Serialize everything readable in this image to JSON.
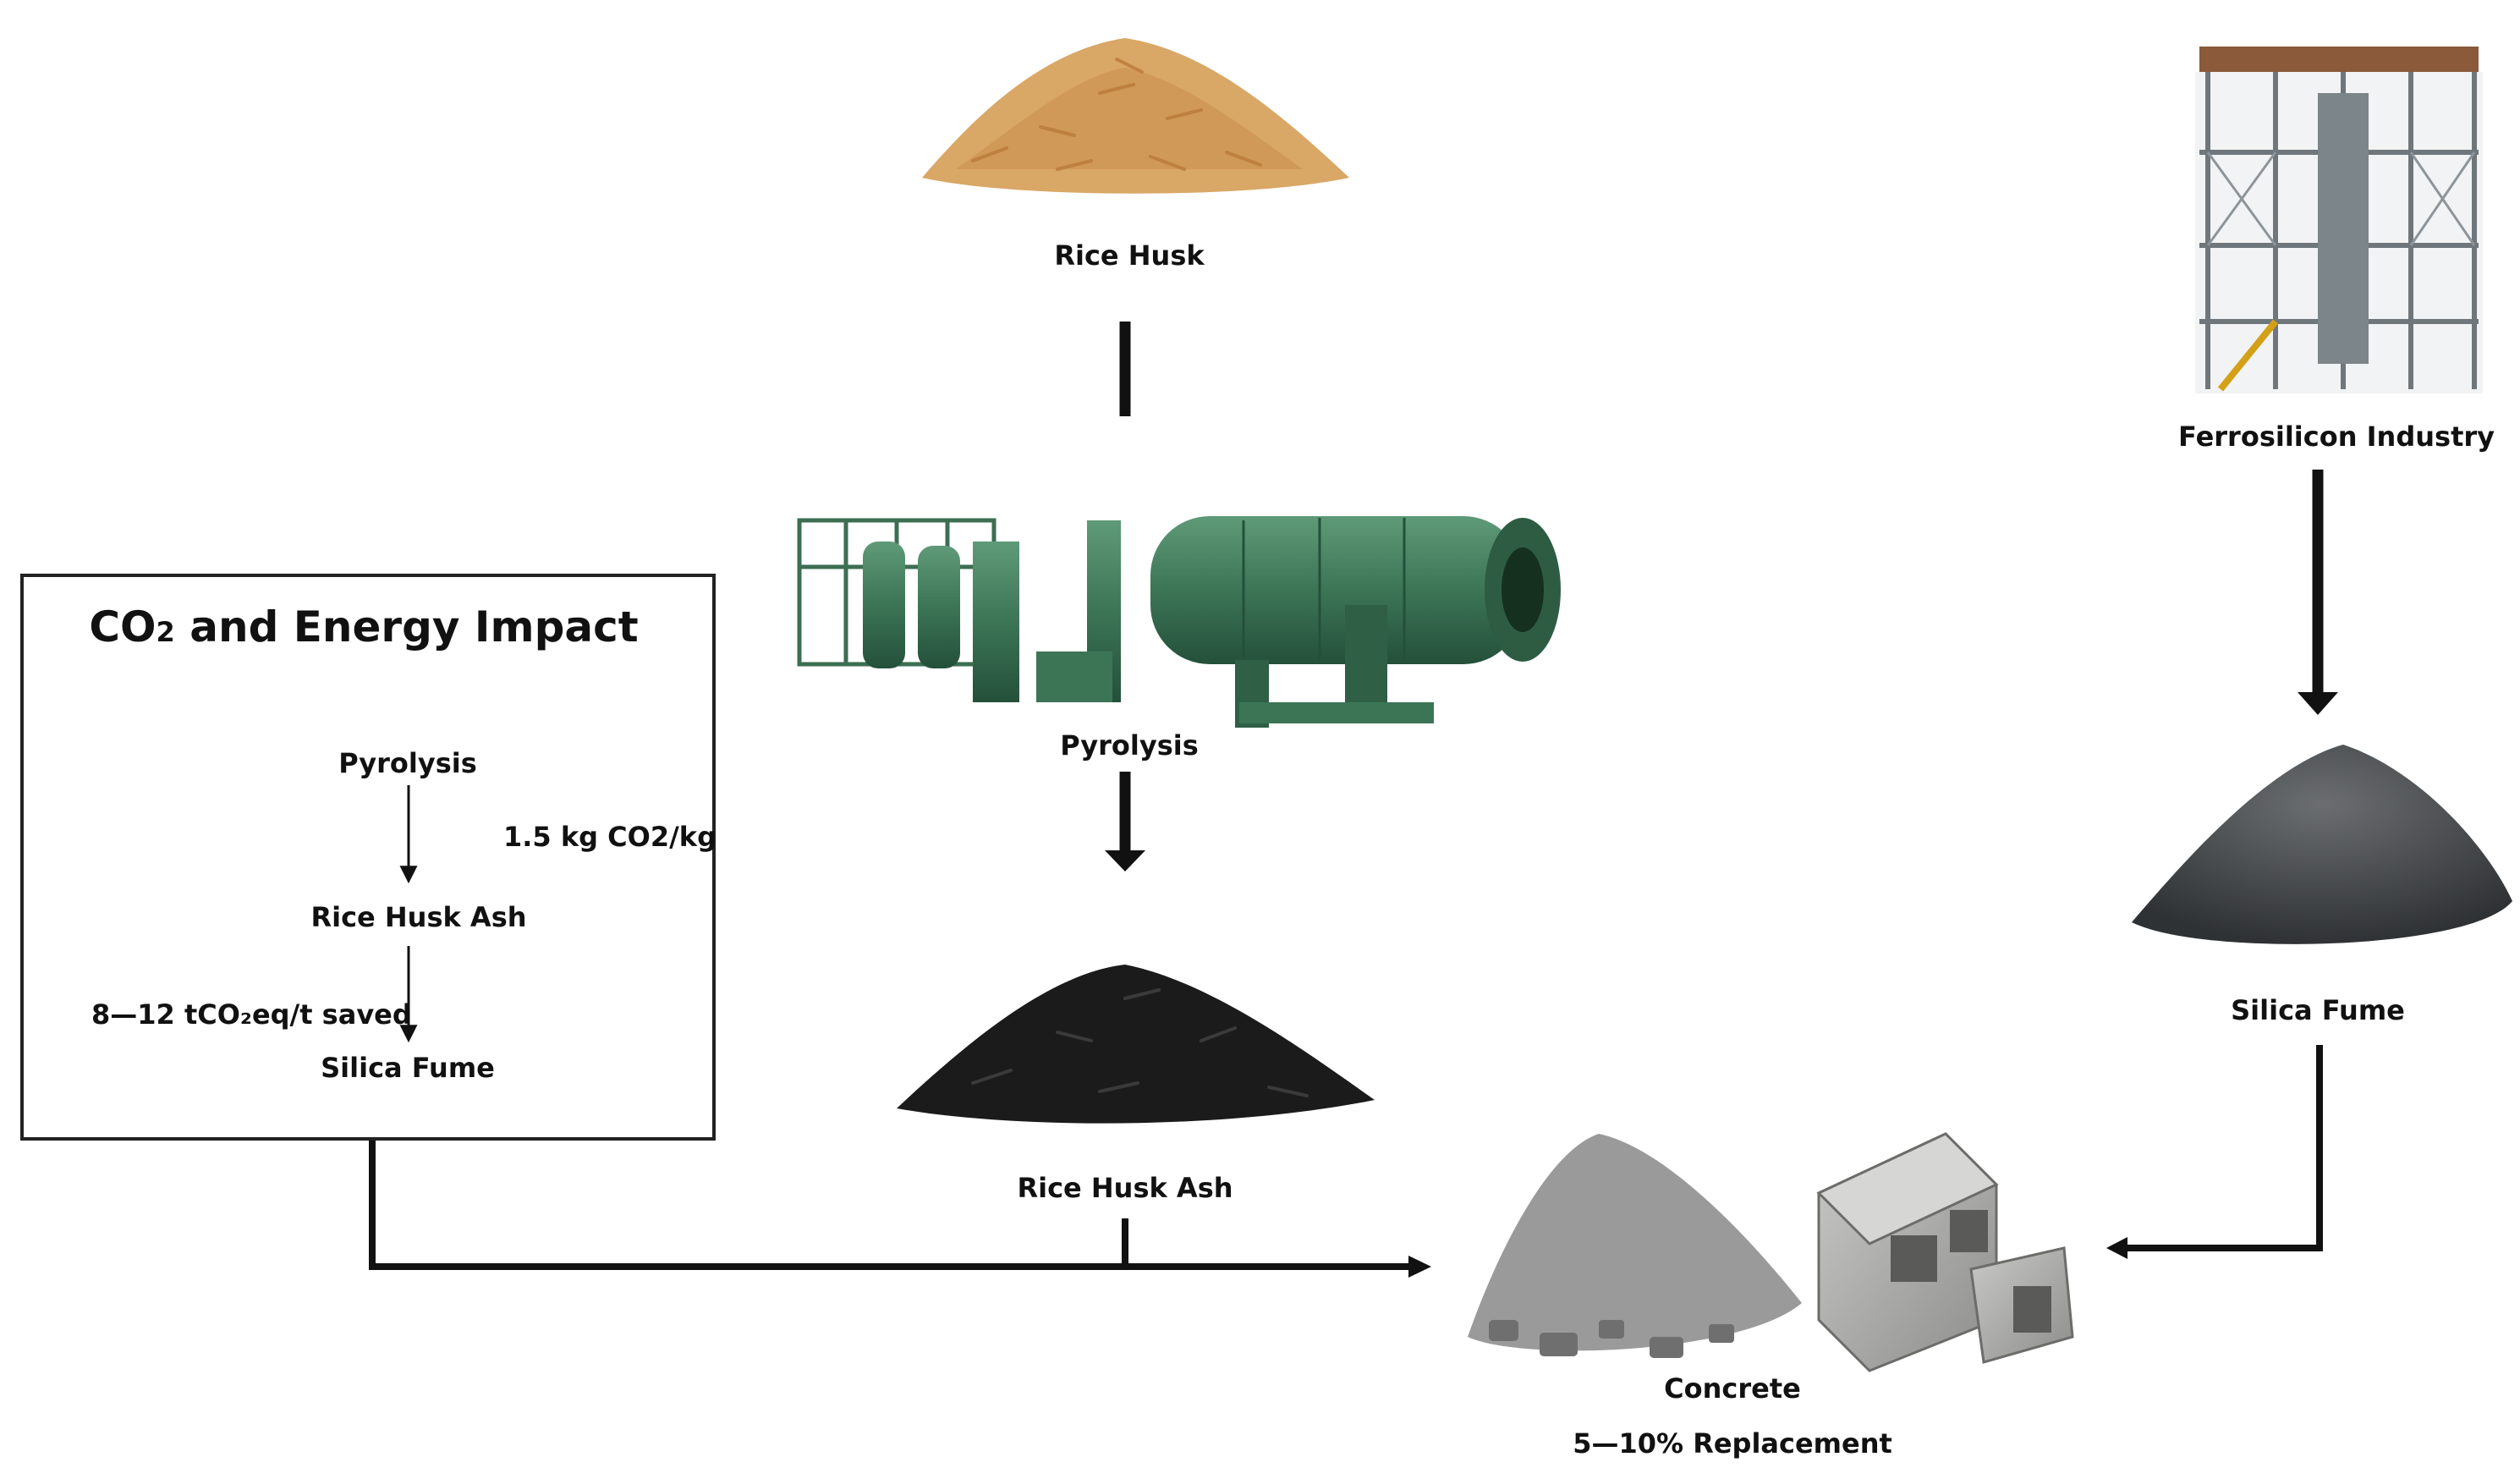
{
  "nodes": {
    "rice_husk": "Rice Husk",
    "pyrolysis": "Pyrolysis",
    "rice_husk_ash": "Rice Husk Ash",
    "ferrosilicon": "Ferrosilicon Industry",
    "silica_fume": "Silica Fume",
    "concrete": "Concrete",
    "replacement": "5—10% Replacement"
  },
  "impact_box": {
    "title_prefix": "CO",
    "title_sub": "2",
    "title_suffix": " and Energy Impact",
    "step1": "Pyrolysis",
    "arrow1_label": "1.5 kg CO2/kg",
    "step2": "Rice Husk Ash",
    "arrow2_label": "8—12 tCO₂eq/t  saved",
    "step3": "Silica Fume"
  },
  "colors": {
    "husk": "#d9a766",
    "machine": "#3f7a5a",
    "ash": "#1b1b1b",
    "fume": "#4a4d50",
    "concrete": "#9a9a9a",
    "steel": "#8a8f93"
  }
}
